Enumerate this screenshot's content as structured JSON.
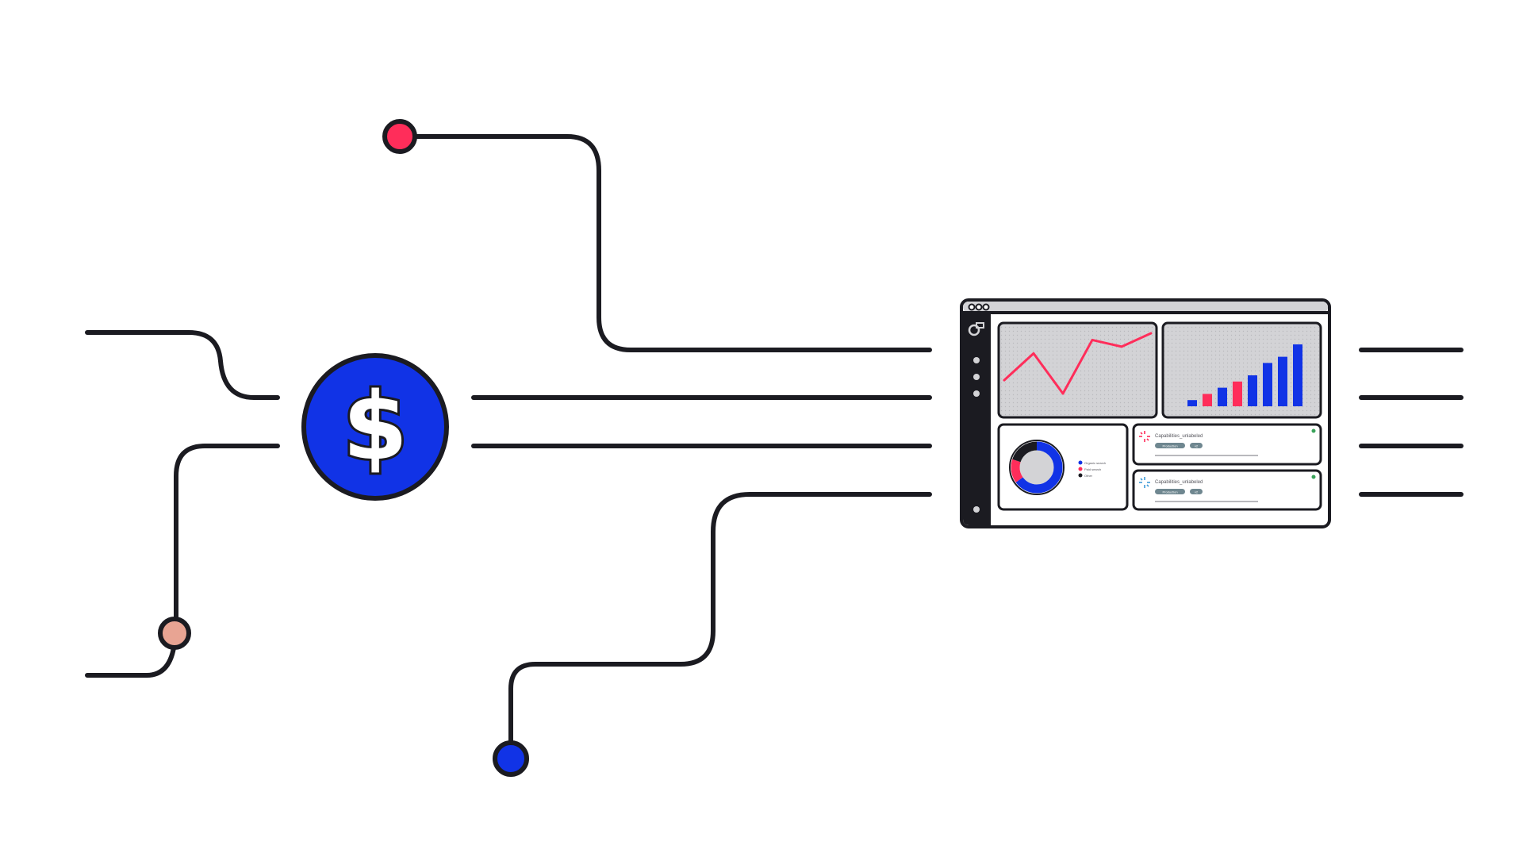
{
  "diagram": {
    "currency_symbol": "$",
    "dashboard": {
      "card_titles": [
        "Capabilities_unlabeled",
        "Capabilities_unlabeled"
      ],
      "card_tags": [
        "Production",
        "v2"
      ],
      "legend_entries": [
        "Organic search",
        "Paid search",
        "Other"
      ]
    }
  },
  "colors": {
    "brand_blue": "#1133e6",
    "accent_red": "#ff2d5a",
    "dot_peach": "#e8a493",
    "ink": "#1b1b21",
    "panel_gray": "#d3d3d6"
  },
  "chart_data": [
    {
      "type": "line",
      "x": [
        1,
        2,
        3,
        4,
        5,
        6
      ],
      "series": [
        {
          "values": [
            2,
            4,
            1,
            5,
            4.5,
            5.5
          ]
        }
      ]
    },
    {
      "type": "bar",
      "categories": [
        "1",
        "2",
        "3",
        "4",
        "5",
        "6",
        "7",
        "8"
      ],
      "values": [
        1,
        2,
        3,
        4,
        5,
        7,
        8,
        10
      ],
      "bar_colors": [
        "#1133e6",
        "#ff2d5a",
        "#1133e6",
        "#ff2d5a",
        "#1133e6",
        "#1133e6",
        "#1133e6",
        "#1133e6"
      ]
    },
    {
      "type": "pie",
      "values": [
        65,
        15,
        20
      ],
      "slice_colors": [
        "#1133e6",
        "#ff2d5a",
        "#1b1b21"
      ]
    }
  ]
}
